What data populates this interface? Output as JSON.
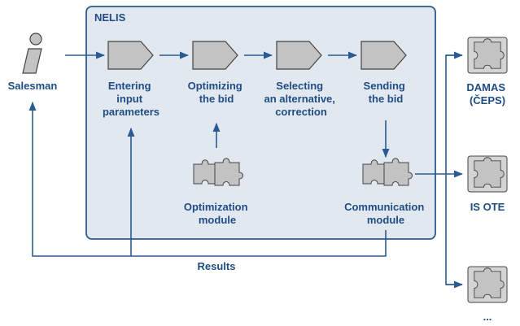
{
  "system": {
    "title": "NELIS"
  },
  "actor": {
    "label": "Salesman"
  },
  "steps": [
    {
      "lines": [
        "Entering",
        "input",
        "parameters"
      ]
    },
    {
      "lines": [
        "Optimizing",
        "the bid"
      ]
    },
    {
      "lines": [
        "Selecting",
        "an alternative,",
        "correction"
      ]
    },
    {
      "lines": [
        "Sending",
        "the bid"
      ]
    }
  ],
  "modules": {
    "optimization": {
      "lines": [
        "Optimization",
        "module"
      ]
    },
    "communication": {
      "lines": [
        "Communication",
        "module"
      ]
    }
  },
  "results_label": "Results",
  "external_systems": [
    {
      "lines": [
        "DAMAS",
        "(ČEPS)"
      ]
    },
    {
      "lines": [
        "IS OTE"
      ]
    },
    {
      "lines": [
        "..."
      ]
    }
  ],
  "colors": {
    "line": "#2a5a92",
    "system_fill": "#e2e8f0",
    "system_border": "#2a5a92",
    "shape_fill": "#c3c3c3",
    "shape_stroke": "#444444",
    "text": "#1f4c84",
    "actor_fill": "#c3c3c3"
  },
  "icons": {
    "actor": "person-info-icon",
    "process": "pentagon-arrow-icon",
    "module": "puzzle-pieces-icon",
    "external": "puzzle-tile-icon"
  }
}
